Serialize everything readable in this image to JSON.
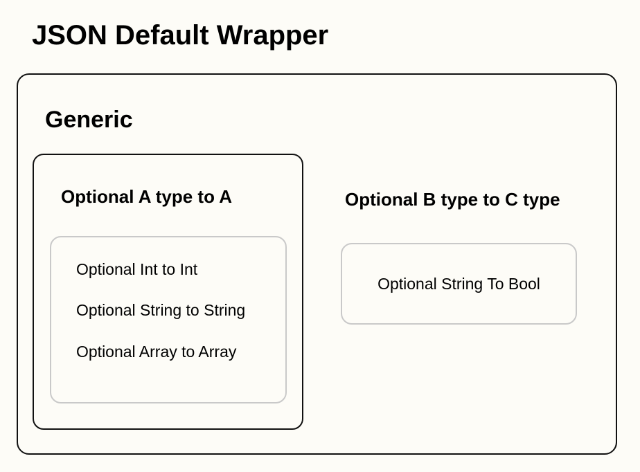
{
  "diagram": {
    "title": "JSON Default Wrapper",
    "section": {
      "title": "Generic",
      "groups": [
        {
          "title": "Optional A type to A",
          "items": [
            "Optional Int to Int",
            "Optional String to String",
            "Optional Array to Array"
          ]
        },
        {
          "title": "Optional B type to C type",
          "items": [
            "Optional String To Bool"
          ]
        }
      ]
    }
  }
}
